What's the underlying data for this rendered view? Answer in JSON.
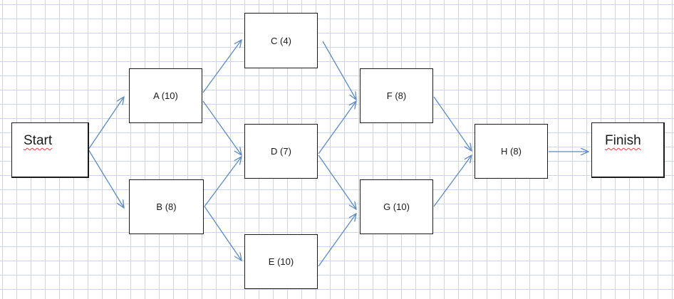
{
  "nodes": {
    "start": {
      "label": "Start"
    },
    "a": {
      "label": "A (10)"
    },
    "b": {
      "label": "B (8)"
    },
    "c": {
      "label": "C (4)"
    },
    "d": {
      "label": "D (7)"
    },
    "e": {
      "label": "E (10)"
    },
    "f": {
      "label": "F (8)"
    },
    "g": {
      "label": "G (10)"
    },
    "h": {
      "label": "H (8)"
    },
    "finish": {
      "label": "Finish"
    }
  },
  "edges": [
    [
      "start",
      "a"
    ],
    [
      "start",
      "b"
    ],
    [
      "a",
      "c"
    ],
    [
      "a",
      "d"
    ],
    [
      "b",
      "d"
    ],
    [
      "b",
      "e"
    ],
    [
      "c",
      "f"
    ],
    [
      "d",
      "f"
    ],
    [
      "d",
      "g"
    ],
    [
      "e",
      "g"
    ],
    [
      "f",
      "h"
    ],
    [
      "g",
      "h"
    ],
    [
      "h",
      "finish"
    ]
  ],
  "colors": {
    "arrow": "#5b8ac4",
    "border": "#1a1a1a",
    "grid": "#c9d5ea"
  }
}
